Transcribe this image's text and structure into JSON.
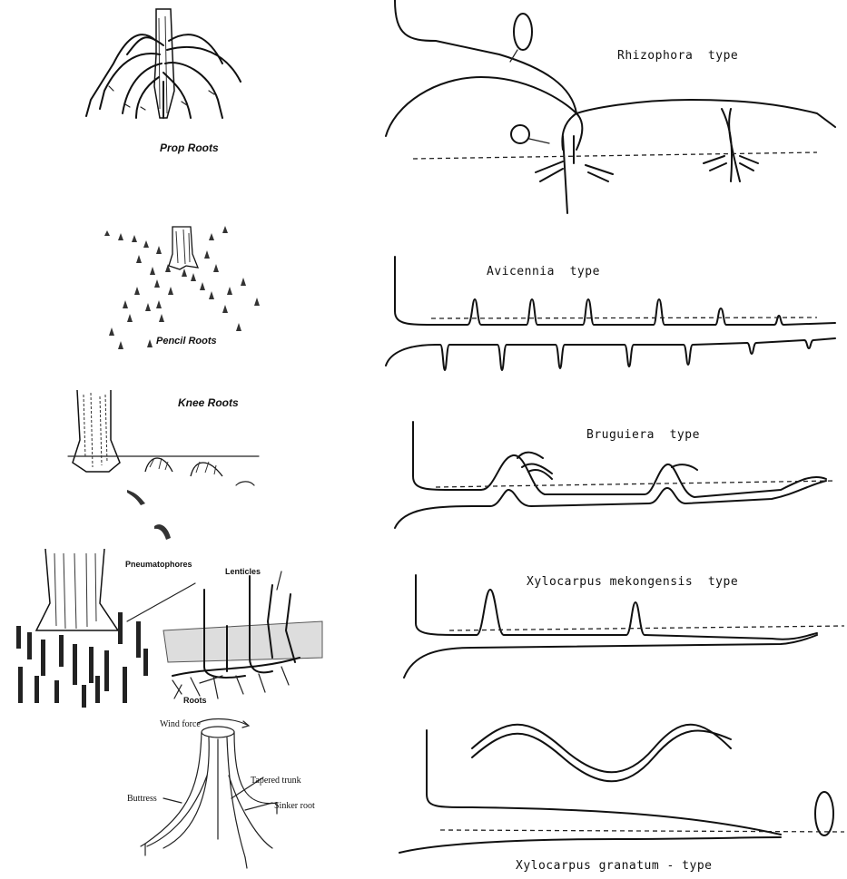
{
  "left_panels": {
    "prop": {
      "caption": "Prop Roots",
      "icon": "prop-roots-illustration"
    },
    "pencil": {
      "caption": "Pencil Roots",
      "icon": "pencil-roots-illustration"
    },
    "knee": {
      "caption": "Knee Roots",
      "icon": "knee-roots-illustration"
    },
    "pneumatophore": {
      "labels": {
        "pneumatophores": "Pneumatophores",
        "lenticles": "Lenticles",
        "roots": "Roots"
      },
      "icon": "pneumatophores-illustration"
    },
    "buttress": {
      "labels": {
        "wind_force": "Wind force",
        "tapered_trunk": "Tapered trunk",
        "buttress": "Buttress",
        "sinker_root": "Sinker root"
      },
      "icon": "buttress-roots-illustration"
    }
  },
  "right_panels": {
    "rhizophora": {
      "title": "Rhizophora  type"
    },
    "avicennia": {
      "title": "Avicennia  type"
    },
    "bruguiera": {
      "title": "Bruguiera  type"
    },
    "xylo_mek": {
      "title": "Xylocarpus mekongensis  type"
    },
    "xylo_gran": {
      "title": "Xylocarpus granatum - type"
    }
  },
  "colors": {
    "ink": "#111111",
    "background": "#ffffff",
    "bark": "#555555"
  }
}
